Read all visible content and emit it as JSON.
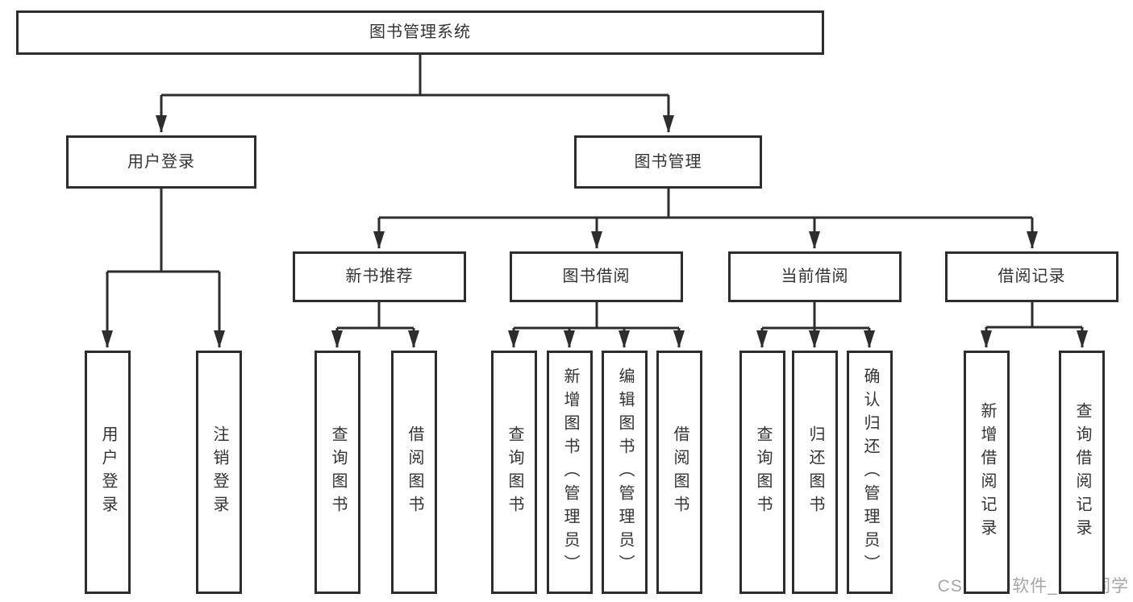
{
  "diagram": {
    "tree": {
      "label": "图书管理系统",
      "children": [
        {
          "label": "用户登录",
          "children": [
            {
              "label": "用户登录"
            },
            {
              "label": "注销登录"
            }
          ]
        },
        {
          "label": "图书管理",
          "children": [
            {
              "label": "新书推荐",
              "children": [
                {
                  "label": "查询图书"
                },
                {
                  "label": "借阅图书"
                }
              ]
            },
            {
              "label": "图书借阅",
              "children": [
                {
                  "label": "查询图书"
                },
                {
                  "label": "新增图书（管理员）"
                },
                {
                  "label": "编辑图书（管理员）"
                },
                {
                  "label": "借阅图书"
                }
              ]
            },
            {
              "label": "当前借阅",
              "children": [
                {
                  "label": "查询图书"
                },
                {
                  "label": "归还图书"
                },
                {
                  "label": "确认归还（管理员）"
                }
              ]
            },
            {
              "label": "借阅记录",
              "children": [
                {
                  "label": "新增借阅记录"
                },
                {
                  "label": "查询借阅记录"
                }
              ]
            }
          ]
        }
      ]
    },
    "colors": {
      "line": "#2d2d2d",
      "text": "#333333",
      "box_background": "#ffffff",
      "watermark": "#a5a5a5"
    }
  },
  "watermark": {
    "text": "CSDN @软件_小贺同学"
  }
}
